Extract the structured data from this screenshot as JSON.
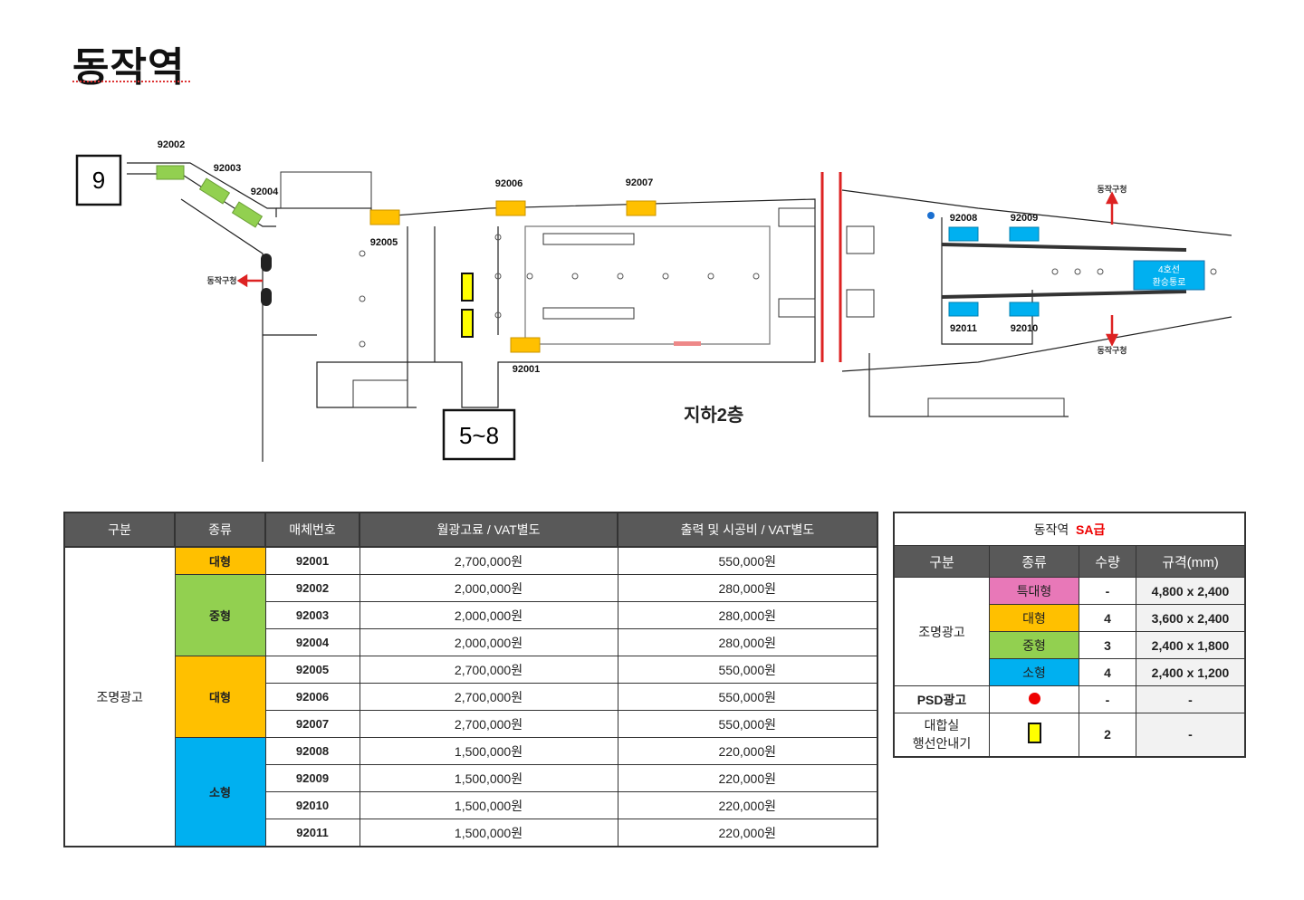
{
  "page": {
    "title": "동작역"
  },
  "map": {
    "exit_9": "9",
    "exit_5_8": "5~8",
    "floor_label": "지하2층",
    "transfer_label_1": "4호선",
    "transfer_label_2": "환승통로",
    "exit_direction_label": "동작구청",
    "ad_labels": {
      "a92001": "92001",
      "a92002": "92002",
      "a92003": "92003",
      "a92004": "92004",
      "a92005": "92005",
      "a92006": "92006",
      "a92007": "92007",
      "a92008": "92008",
      "a92009": "92009",
      "a92010": "92010",
      "a92011": "92011"
    }
  },
  "main_table": {
    "headers": [
      "구분",
      "종류",
      "매체번호",
      "월광고료 / VAT별도",
      "출력 및 시공비 / VAT별도"
    ],
    "category": "조명광고",
    "types": {
      "large": "대형",
      "medium": "중형",
      "small": "소형"
    },
    "rows": [
      {
        "id": "92001",
        "fee": "2,700,000원",
        "cost": "550,000원"
      },
      {
        "id": "92002",
        "fee": "2,000,000원",
        "cost": "280,000원"
      },
      {
        "id": "92003",
        "fee": "2,000,000원",
        "cost": "280,000원"
      },
      {
        "id": "92004",
        "fee": "2,000,000원",
        "cost": "280,000원"
      },
      {
        "id": "92005",
        "fee": "2,700,000원",
        "cost": "550,000원"
      },
      {
        "id": "92006",
        "fee": "2,700,000원",
        "cost": "550,000원"
      },
      {
        "id": "92007",
        "fee": "2,700,000원",
        "cost": "550,000원"
      },
      {
        "id": "92008",
        "fee": "1,500,000원",
        "cost": "220,000원"
      },
      {
        "id": "92009",
        "fee": "1,500,000원",
        "cost": "220,000원"
      },
      {
        "id": "92010",
        "fee": "1,500,000원",
        "cost": "220,000원"
      },
      {
        "id": "92011",
        "fee": "1,500,000원",
        "cost": "220,000원"
      }
    ]
  },
  "summary_table": {
    "station": "동작역",
    "grade": "SA급",
    "headers": [
      "구분",
      "종류",
      "수량",
      "규격(mm)"
    ],
    "category": "조명광고",
    "rows": [
      {
        "type": "특대형",
        "qty": "-",
        "spec": "4,800 x 2,400"
      },
      {
        "type": "대형",
        "qty": "4",
        "spec": "3,600 x 2,400"
      },
      {
        "type": "중형",
        "qty": "3",
        "spec": "2,400 x 1,800"
      },
      {
        "type": "소형",
        "qty": "4",
        "spec": "2,400 x 1,200"
      }
    ],
    "psd": {
      "label": "PSD광고",
      "qty": "-",
      "spec": "-"
    },
    "guide": {
      "label_line1": "대합실",
      "label_line2": "행선안내기",
      "qty": "2",
      "spec": "-"
    }
  },
  "colors": {
    "extra_large": "#e878b8",
    "large": "#ffc000",
    "medium": "#92d050",
    "small": "#00b0f0",
    "psd_dot": "#e00000",
    "guide_box": "#ffff00"
  }
}
